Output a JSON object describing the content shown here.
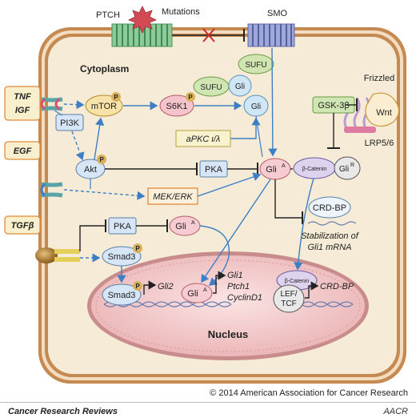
{
  "labels": {
    "ptch": "PTCH",
    "mutations": "Mutations",
    "smo": "SMO",
    "cytoplasm": "Cytoplasm",
    "frizzled": "Frizzled",
    "lrp": "LRP5/6",
    "wnt": "Wnt",
    "tnf": "TNF",
    "igf": "IGF",
    "egf": "EGF",
    "tgfb": "TGFβ",
    "pi3k": "PI3K",
    "mtor": "mTOR",
    "s6k1": "S6K1",
    "sufu_top": "SUFU",
    "sufu_mid": "SUFU",
    "gli_complex": "Gli",
    "gli_free": "Gli",
    "apkc": "aPKC ι/λ",
    "akt": "Akt",
    "pka_top": "PKA",
    "pka_bottom": "PKA",
    "glia_main": "Gli",
    "glia_low": "Gli",
    "glia_nuc": "Gli",
    "sup_a": "A",
    "sup_r": "R",
    "gsk": "GSK-3β",
    "bcat": "β-Catenin",
    "glir": "Gli",
    "mekerk": "MEK/ERK",
    "crdbp": "CRD-BP",
    "stab1": "Stabilization of",
    "stab2": "Gli1 mRNA",
    "smad3_cyto": "Smad3",
    "smad3_nuc": "Smad3",
    "gli2": "Gli2",
    "gli1": "Gli1",
    "ptch1": "Ptch1",
    "cyclind1": "CyclinD1",
    "bcat_nuc": "β-Catenin",
    "lef1": "LEF/",
    "lef2": "TCF",
    "crdbp_nuc": "CRD-BP",
    "nucleus": "Nucleus",
    "p": "P",
    "copyright": "© 2014 American Association for Cancer Research",
    "journal": "Cancer Research Reviews",
    "logo": "AACR"
  },
  "colors": {
    "cell_fill": "#f6ebd6",
    "membrane": "#c58a52",
    "nucleus": "#f2c7c6",
    "arrow_blue": "#3d7fc6",
    "inhibit": "#222222",
    "mtor_fill": "#f7e2a8",
    "s6k1_fill": "#f4c3cc",
    "sufu_fill": "#cfe6b2",
    "gli_fill": "#cfe6f5",
    "pka_fill": "#d6e6f6",
    "glia_fill": "#f6cbd2",
    "bcat_fill": "#ddd3ee",
    "wnt_fill": "#fbedd0",
    "box_border": "#e08a3a",
    "p_fill": "#d9b15a"
  }
}
